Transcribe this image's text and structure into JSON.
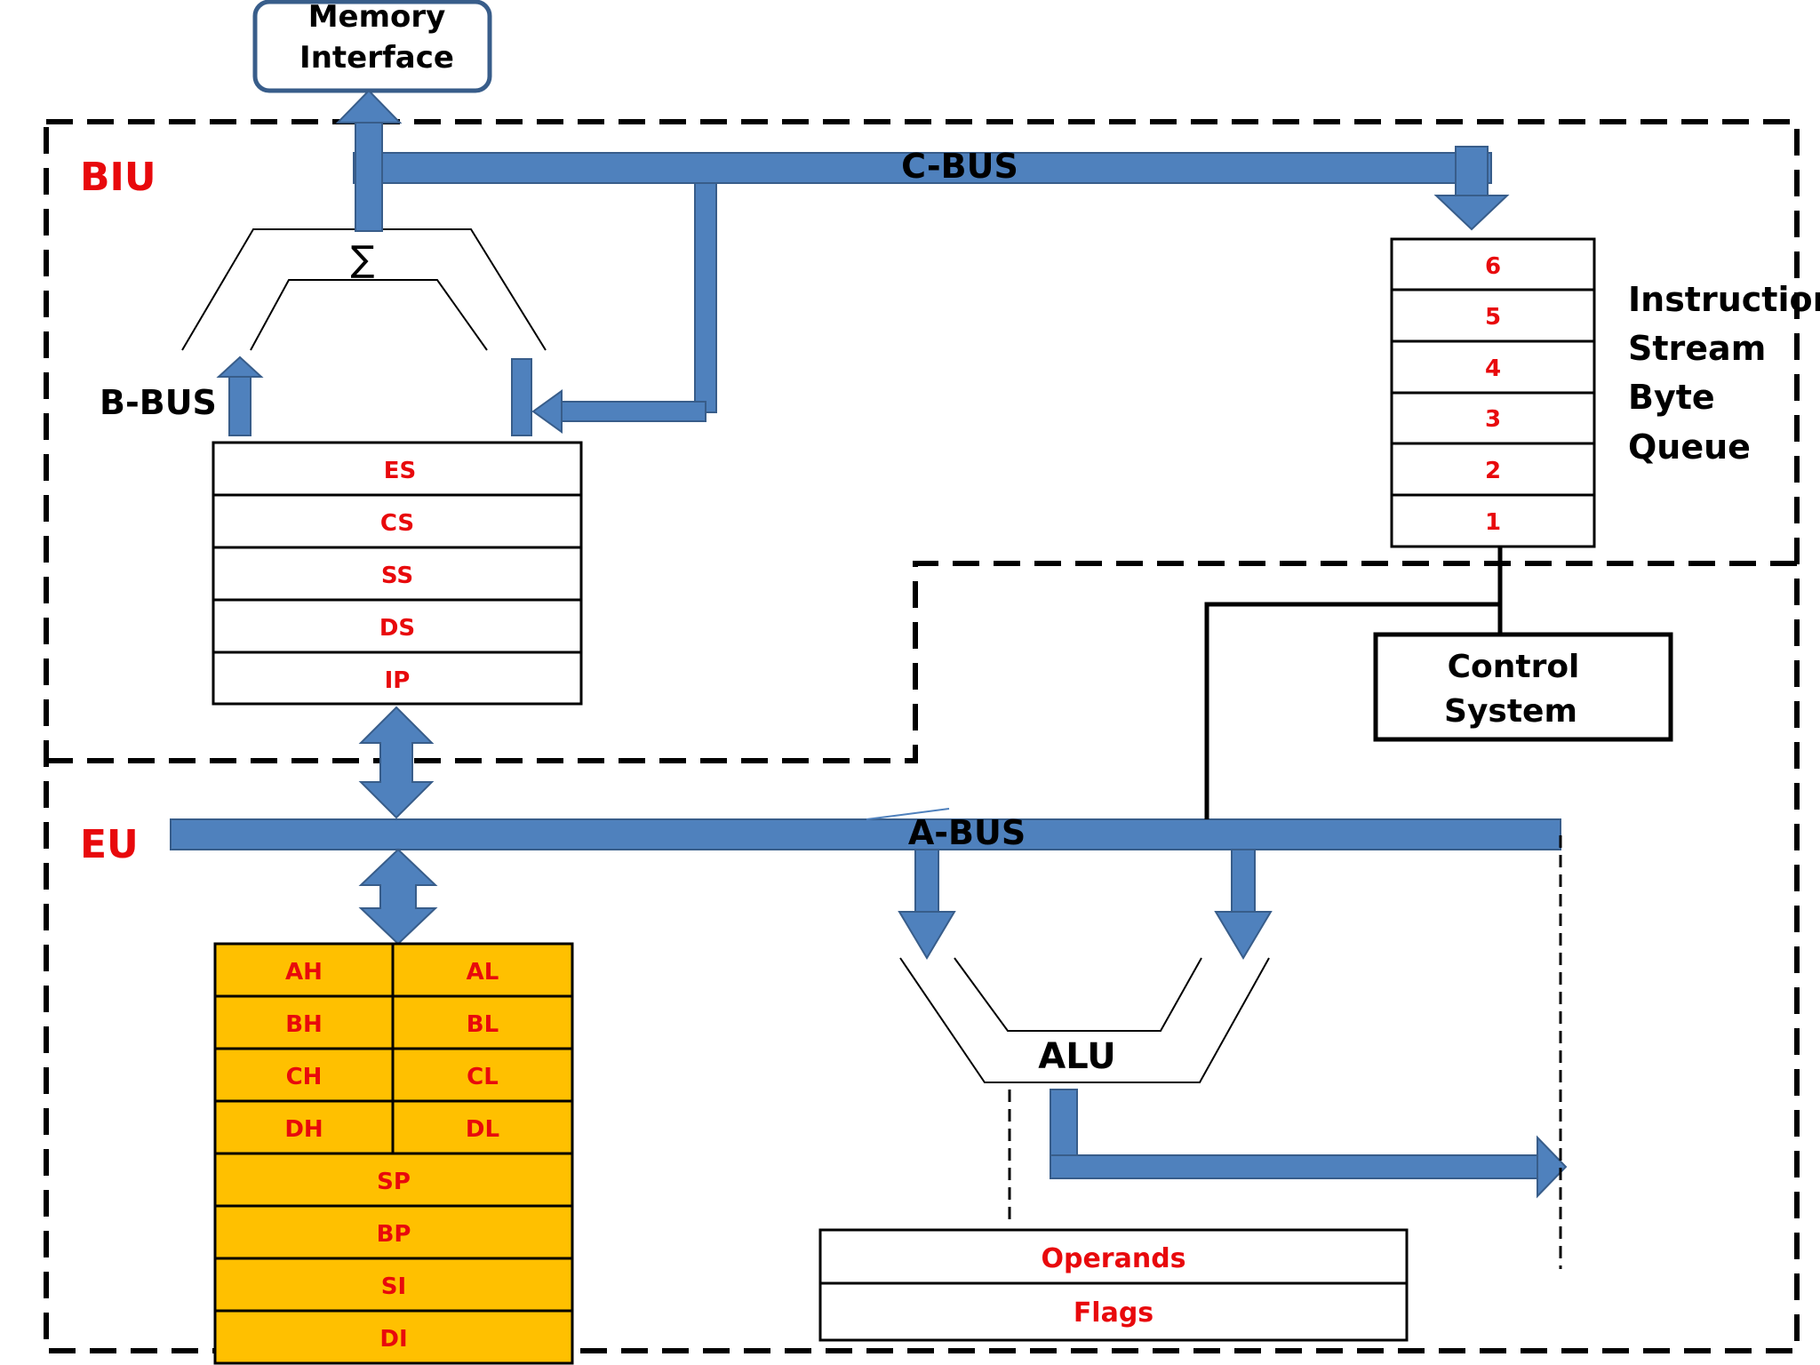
{
  "colors": {
    "bus": "#4f81bd",
    "bus_stroke": "#385d8a",
    "register_red": "#e8090c",
    "gp_fill": "#ffc000",
    "section_label": "#e8090c"
  },
  "labels": {
    "memory_interface_line1": "Memory",
    "memory_interface_line2": "Interface",
    "biu": "BIU",
    "eu": "EU",
    "c_bus": "C-BUS",
    "b_bus": "B-BUS",
    "a_bus": "A-BUS",
    "sigma": "∑",
    "isbq_line1": "Instruction",
    "isbq_line2": "Stream",
    "isbq_line3": "Byte",
    "isbq_line4": "Queue",
    "control_line1": "Control",
    "control_line2": "System",
    "alu": "ALU"
  },
  "segment_registers": [
    "ES",
    "CS",
    "SS",
    "DS",
    "IP"
  ],
  "queue_slots": [
    "6",
    "5",
    "4",
    "3",
    "2",
    "1"
  ],
  "gp_pairs": [
    [
      "AH",
      "AL"
    ],
    [
      "BH",
      "BL"
    ],
    [
      "CH",
      "CL"
    ],
    [
      "DH",
      "DL"
    ]
  ],
  "gp_full": [
    "SP",
    "BP",
    "SI",
    "DI"
  ],
  "alu_io": [
    "Operands",
    "Flags"
  ]
}
